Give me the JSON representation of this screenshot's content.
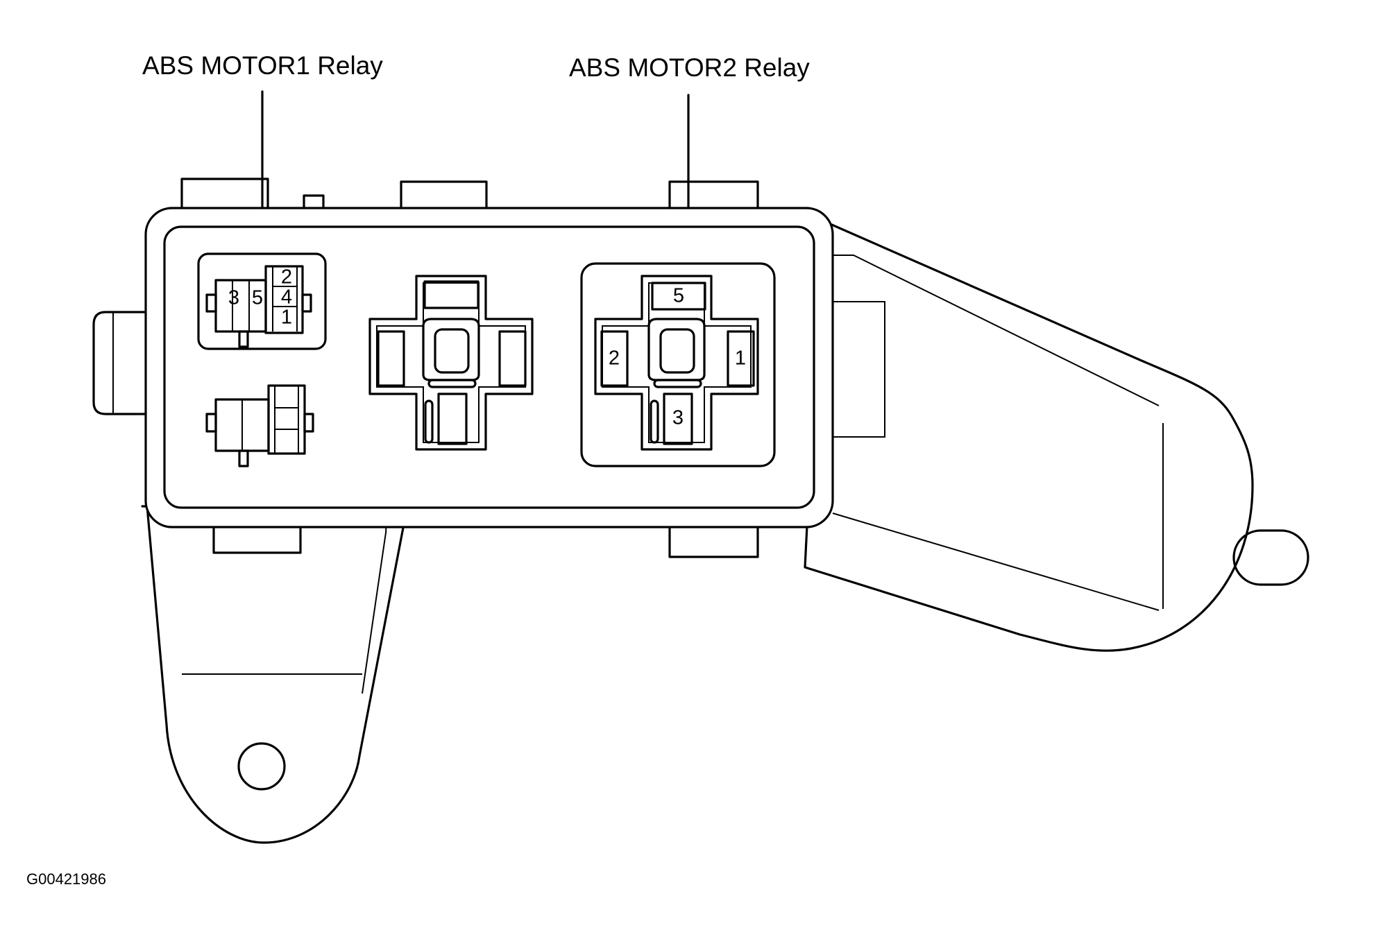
{
  "callouts": {
    "motor1_relay": "ABS MOTOR1 Relay",
    "motor2_relay": "ABS MOTOR2 Relay"
  },
  "motor1_socket_pins": [
    "3",
    "5",
    "2",
    "4",
    "1"
  ],
  "motor2_socket_pins": [
    "5",
    "2",
    "1",
    "3"
  ],
  "figure_code": "G00421986"
}
